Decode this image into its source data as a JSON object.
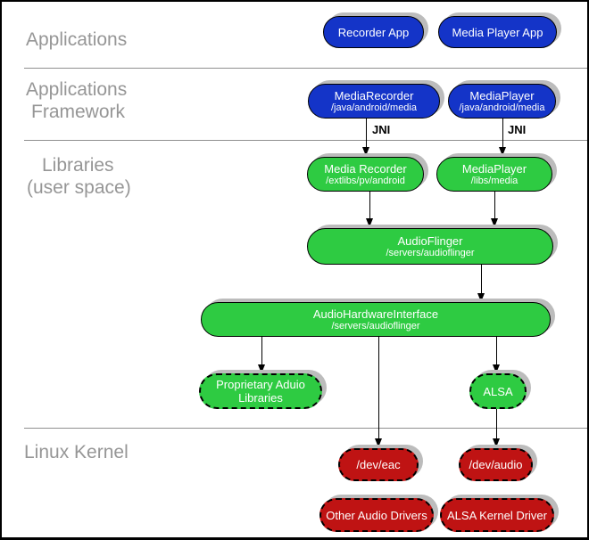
{
  "layers": {
    "applications": {
      "label": "Applications"
    },
    "framework": {
      "label_line1": "Applications",
      "label_line2": "Framework"
    },
    "libraries": {
      "label_line1": "Libraries",
      "label_line2": "(user space)"
    },
    "kernel": {
      "label": "Linux Kernel"
    }
  },
  "nodes": {
    "recorder_app": {
      "title": "Recorder App"
    },
    "media_player_app": {
      "title": "Media Player App"
    },
    "media_recorder_fw": {
      "title": "MediaRecorder",
      "subtitle": "/java/android/media"
    },
    "media_player_fw": {
      "title": "MediaPlayer",
      "subtitle": "/java/android/media"
    },
    "media_recorder_lib": {
      "title": "Media Recorder",
      "subtitle": "/extlibs/pv/android"
    },
    "media_player_lib": {
      "title": "MediaPlayer",
      "subtitle": "/libs/media"
    },
    "audioflinger": {
      "title": "AudioFlinger",
      "subtitle": "/servers/audioflinger"
    },
    "audio_hw_interface": {
      "title": "AudioHardwareInterface",
      "subtitle": "/servers/audioflinger"
    },
    "proprietary_audio": {
      "title": "Proprietary Aduio Libraries"
    },
    "alsa": {
      "title": "ALSA"
    },
    "dev_eac": {
      "title": "/dev/eac"
    },
    "dev_audio": {
      "title": "/dev/audio"
    },
    "other_audio_drivers": {
      "title": "Other Audio Drivers"
    },
    "alsa_kernel_driver": {
      "title": "ALSA Kernel Driver"
    }
  },
  "edge_labels": {
    "jni_left": "JNI",
    "jni_right": "JNI"
  },
  "colors": {
    "app_blue": "#1434c8",
    "lib_green": "#2ecb42",
    "kernel_red": "#bf1313",
    "shadow": "#bcbcbc",
    "layer_label": "#969696",
    "separator": "#909090"
  }
}
